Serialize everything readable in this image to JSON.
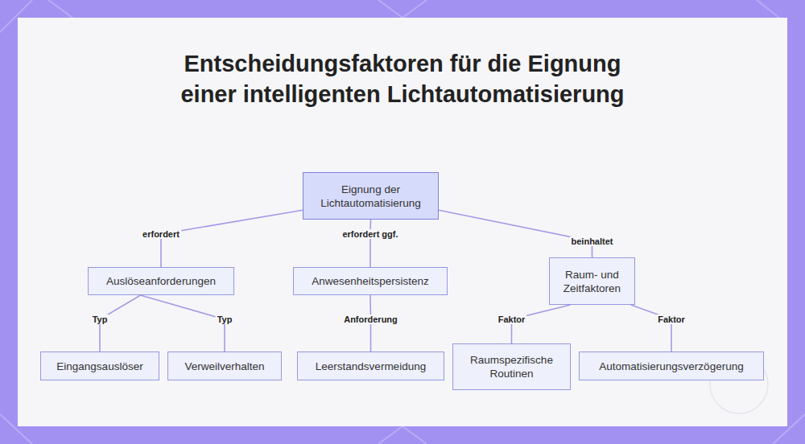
{
  "diagram": {
    "title": "Entscheidungsfaktoren für die Eignung einer intelligenten Lichtautomatisierung",
    "nodes": [
      {
        "text": [
          "Eignung der Lichtautomatisierung"
        ]
      },
      {
        "text": [
          "Auslöseanforderungen"
        ]
      },
      {
        "text": [
          "Anwesenheitspersistenz"
        ]
      },
      {
        "text": [
          "Raum- und Zeitfaktoren"
        ]
      },
      {
        "text": [
          "Eingangsauslöser"
        ]
      },
      {
        "text": [
          "Verweilverhalten"
        ]
      },
      {
        "text": [
          "Leerstandsvermeidung"
        ]
      },
      {
        "text": [
          "Raumspezifische Routinen"
        ]
      },
      {
        "text": [
          "Automatisierungsverzögerung"
        ]
      }
    ],
    "edges": [
      {
        "from": 0,
        "to": 1,
        "label": "erfordert",
        "arrow": "none"
      },
      {
        "from": 0,
        "to": 2,
        "label": "erfordert ggf.",
        "arrow": "none"
      },
      {
        "from": 0,
        "to": 3,
        "label": "beinhaltet",
        "arrow": "none"
      },
      {
        "from": 1,
        "to": 4,
        "label": "Typ",
        "arrow": "none"
      },
      {
        "from": 1,
        "to": 5,
        "label": "Typ",
        "arrow": "none"
      },
      {
        "from": 2,
        "to": 6,
        "label": "Anforderung",
        "arrow": "none"
      },
      {
        "from": 3,
        "to": 7,
        "label": "Faktor",
        "arrow": "none"
      },
      {
        "from": 3,
        "to": 8,
        "label": "Faktor",
        "arrow": "none"
      }
    ]
  }
}
